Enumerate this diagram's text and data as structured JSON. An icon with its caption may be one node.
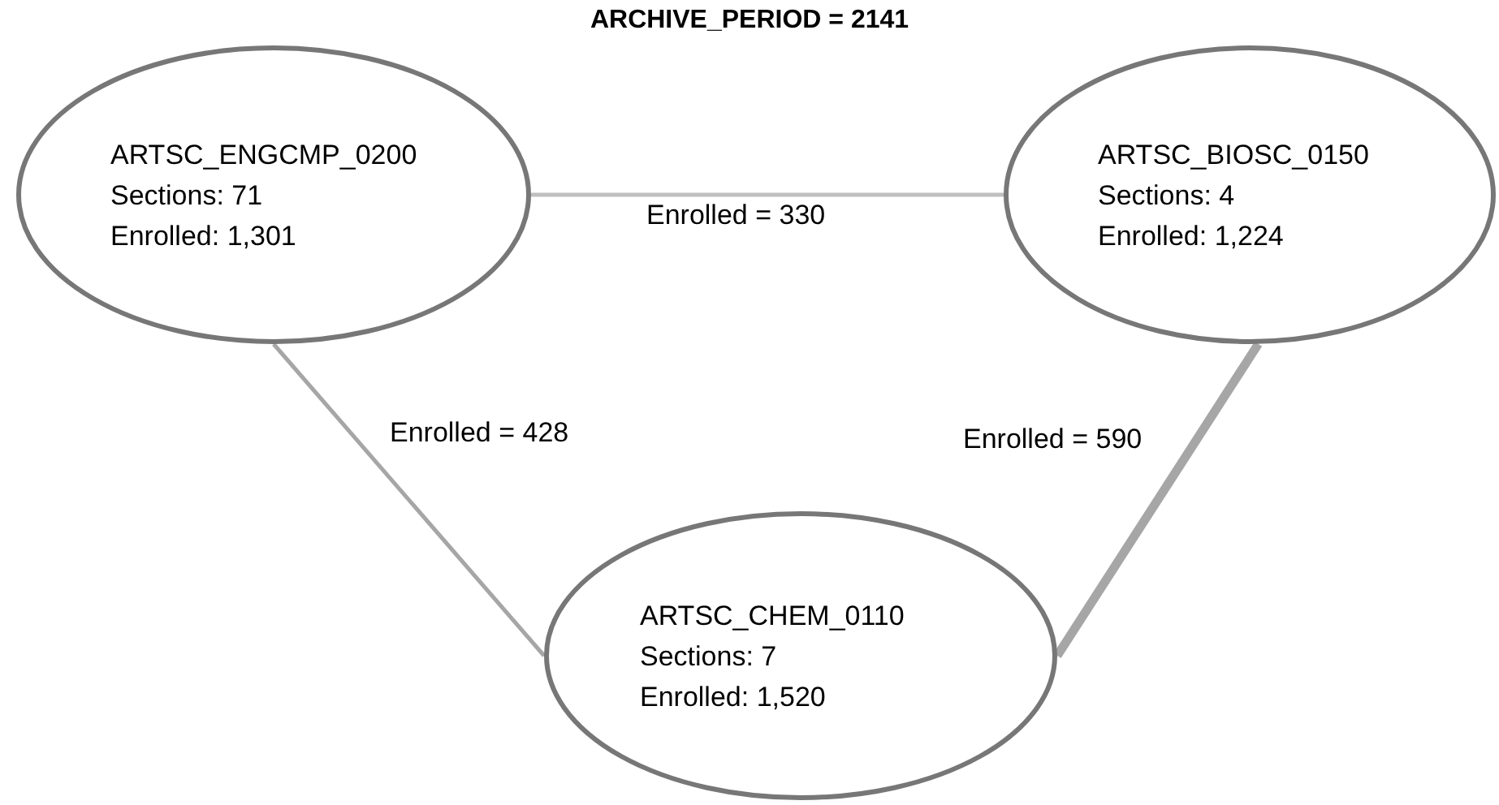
{
  "diagram": {
    "title": "ARCHIVE_PERIOD = 2141",
    "nodes": [
      {
        "text": [
          "ARTSC_ENGCMP_0200",
          "Sections: 71",
          "Enrolled: 1,301"
        ]
      },
      {
        "text": [
          "ARTSC_BIOSC_0150",
          "Sections: 4",
          "Enrolled: 1,224"
        ]
      },
      {
        "text": [
          "ARTSC_CHEM_0110",
          "Sections: 7",
          "Enrolled: 1,520"
        ]
      }
    ],
    "edges": [
      {
        "from": 0,
        "to": 1,
        "arrow": "none",
        "label": "Enrolled = 330",
        "color": "#bfbfbf"
      },
      {
        "from": 0,
        "to": 2,
        "arrow": "none",
        "label": "Enrolled = 428"
      },
      {
        "from": 1,
        "to": 2,
        "arrow": "none",
        "label": "Enrolled = 590",
        "style": "thick"
      }
    ]
  }
}
